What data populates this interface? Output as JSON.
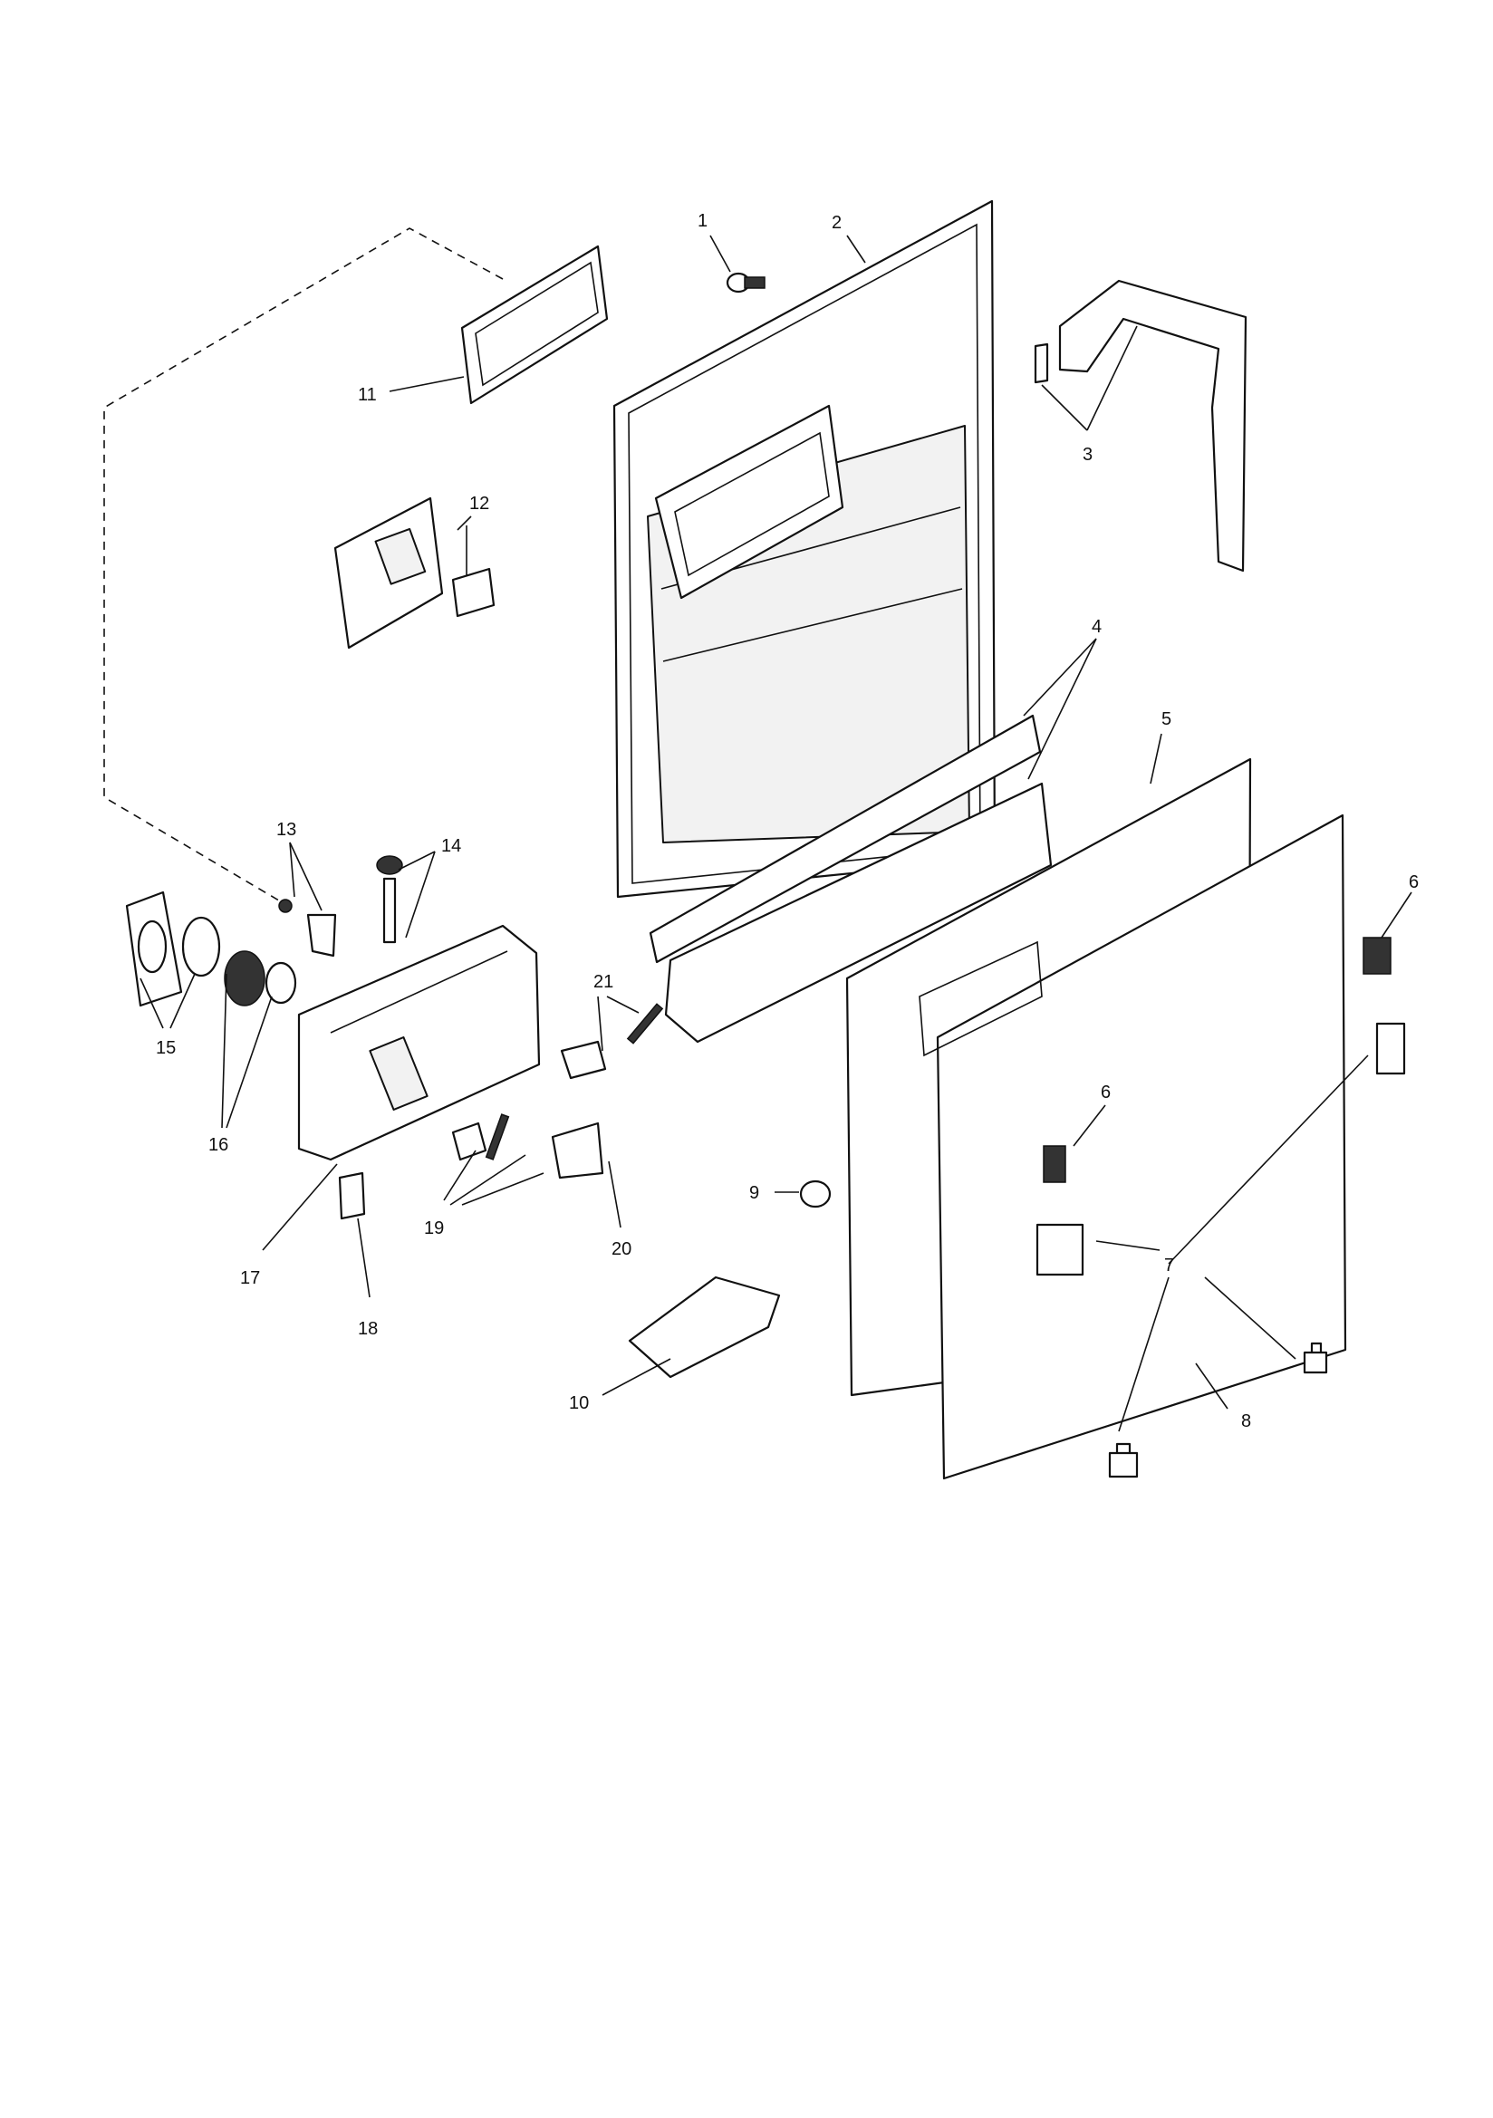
{
  "diagram": {
    "callouts": [
      {
        "id": "1",
        "label": "1"
      },
      {
        "id": "2",
        "label": "2"
      },
      {
        "id": "3",
        "label": "3"
      },
      {
        "id": "4",
        "label": "4"
      },
      {
        "id": "5",
        "label": "5"
      },
      {
        "id": "6a",
        "label": "6"
      },
      {
        "id": "6b",
        "label": "6"
      },
      {
        "id": "7",
        "label": "7"
      },
      {
        "id": "8",
        "label": "8"
      },
      {
        "id": "9",
        "label": "9"
      },
      {
        "id": "10",
        "label": "10"
      },
      {
        "id": "11",
        "label": "11"
      },
      {
        "id": "12",
        "label": "12"
      },
      {
        "id": "13",
        "label": "13"
      },
      {
        "id": "14",
        "label": "14"
      },
      {
        "id": "15",
        "label": "15"
      },
      {
        "id": "16",
        "label": "16"
      },
      {
        "id": "17",
        "label": "17"
      },
      {
        "id": "18",
        "label": "18"
      },
      {
        "id": "19",
        "label": "19"
      },
      {
        "id": "20",
        "label": "20"
      },
      {
        "id": "21",
        "label": "21"
      }
    ]
  }
}
